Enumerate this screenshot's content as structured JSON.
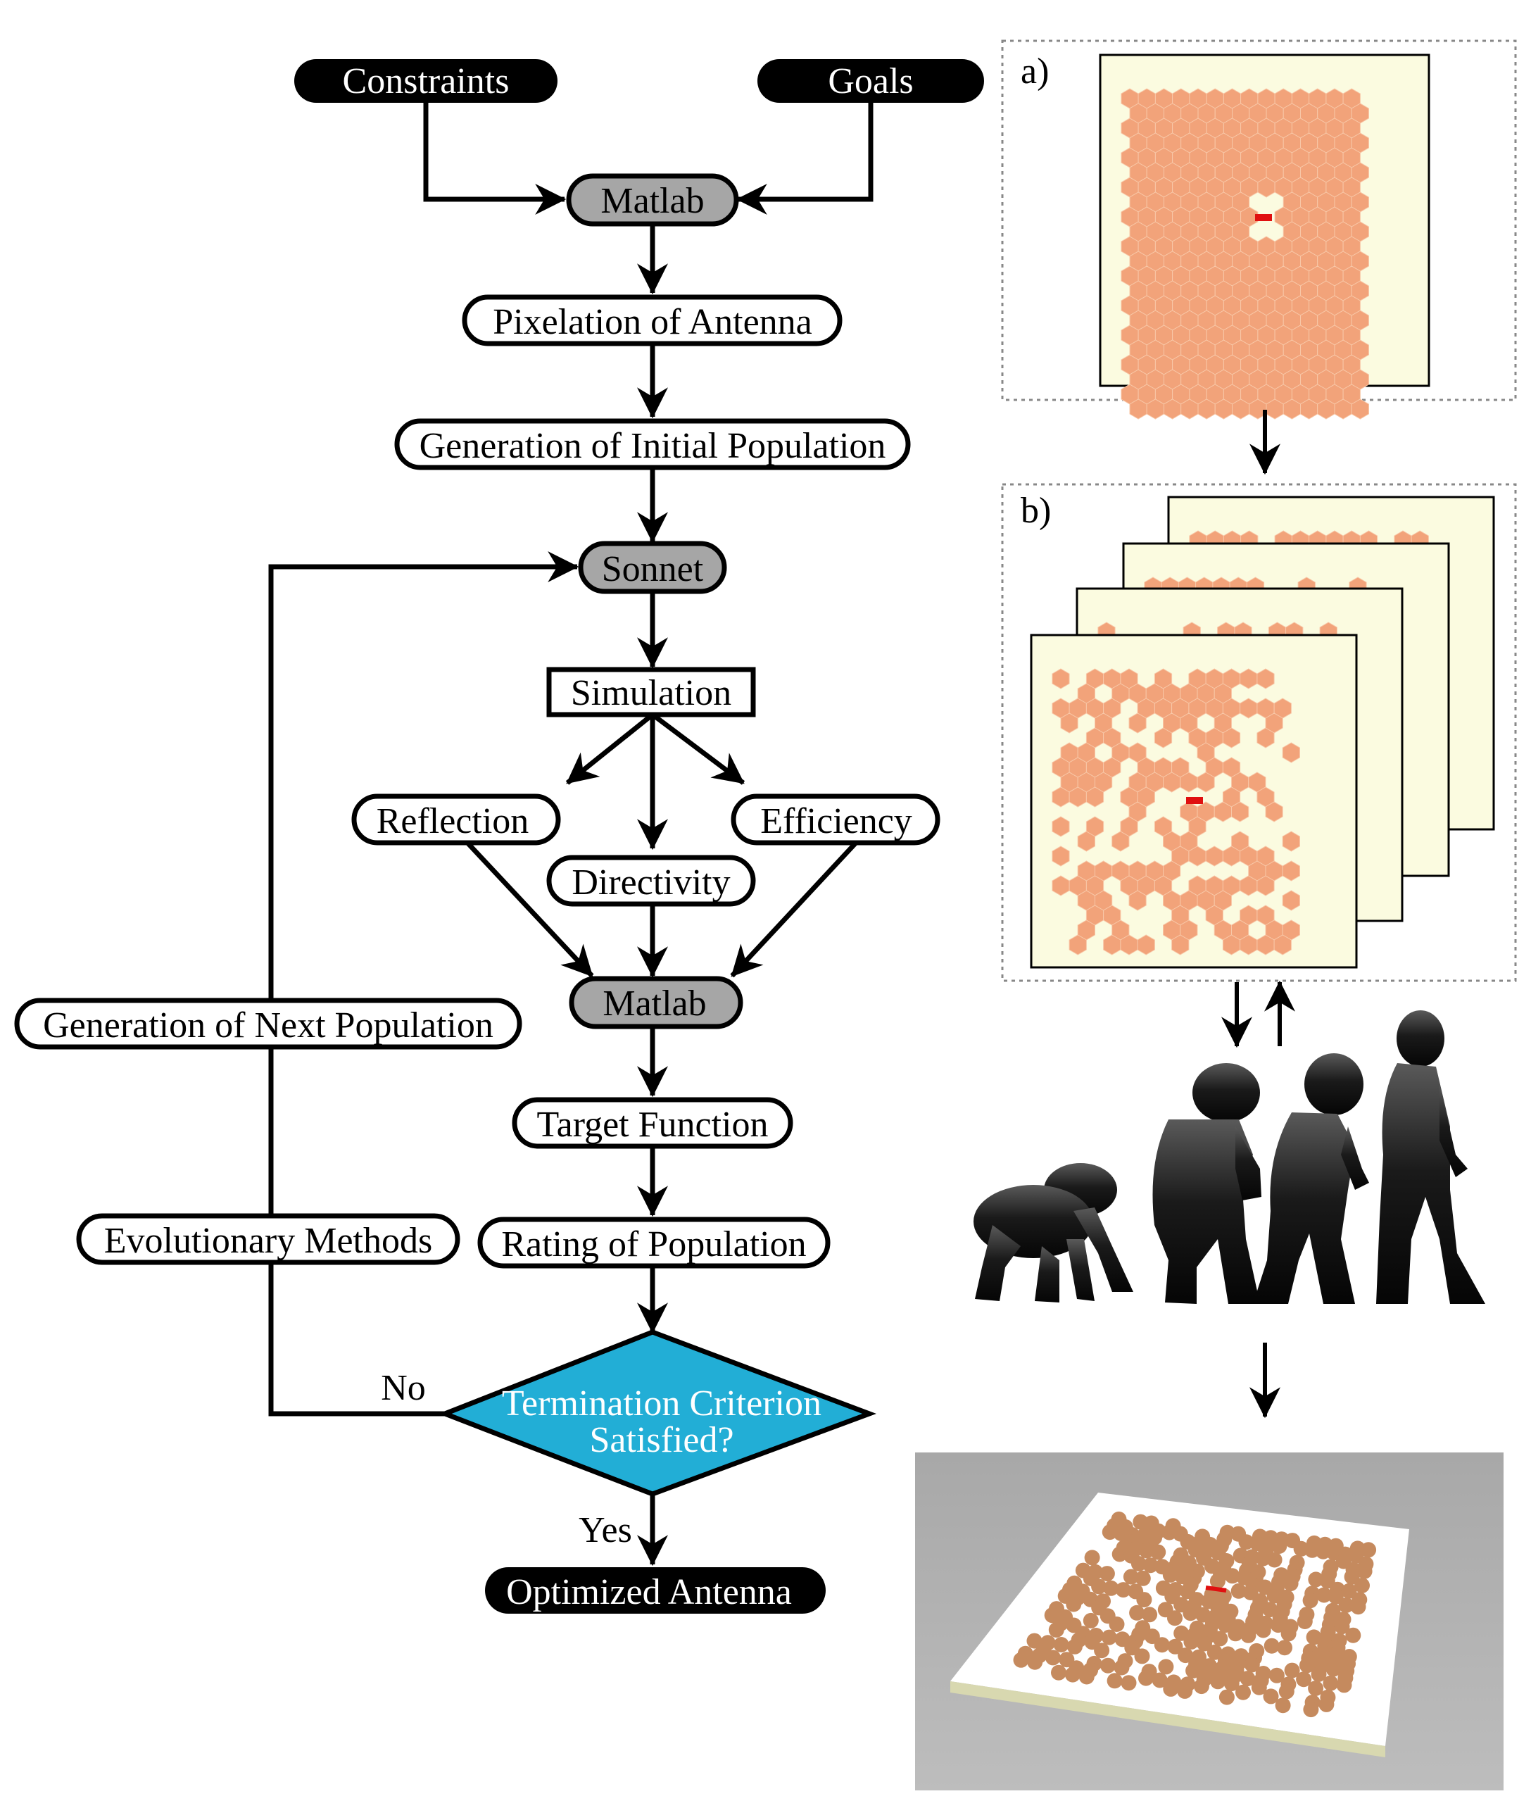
{
  "flowchart": {
    "inputs": {
      "constraints": "Constraints",
      "goals": "Goals"
    },
    "tools": {
      "matlab_top": "Matlab",
      "sonnet": "Sonnet",
      "matlab_mid": "Matlab"
    },
    "steps": {
      "pixelation": "Pixelation of Antenna",
      "initial_population": "Generation of Initial Population",
      "simulation": "Simulation",
      "reflection": "Reflection",
      "directivity": "Directivity",
      "efficiency": "Efficiency",
      "target_function": "Target Function",
      "rating": "Rating of Population",
      "next_population": "Generation of Next Population",
      "evolutionary_methods": "Evolutionary Methods"
    },
    "decision": {
      "line1": "Termination Criterion",
      "line2": "Satisfied?",
      "no": "No",
      "yes": "Yes"
    },
    "output": "Optimized Antenna"
  },
  "panels": {
    "a": "a)",
    "b": "b)"
  },
  "colors": {
    "ink": "#000000",
    "tool_fill": "#a6a6a6",
    "decision_fill": "#22aed6",
    "decision_text": "#ffffff",
    "substrate": "#fbfbe0",
    "metal": "#f2a37a",
    "feed": "#e01010",
    "render_bg": "#b0b0b0",
    "render_metal": "#c58a5e",
    "silhouette": "#141414"
  }
}
